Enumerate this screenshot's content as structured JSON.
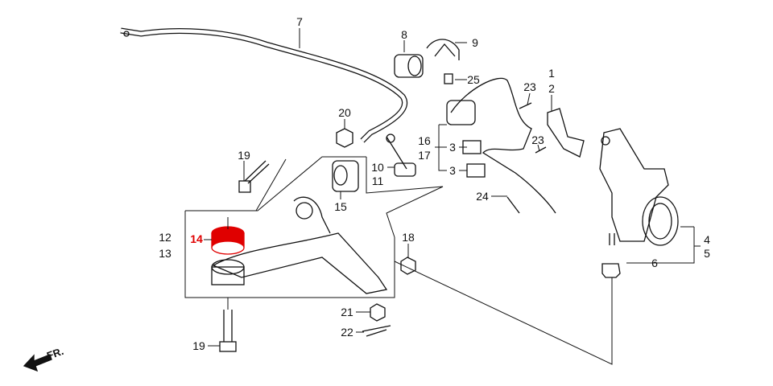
{
  "colors": {
    "line": "#111111",
    "highlight": "#e00000"
  },
  "callouts": [
    {
      "id": "c7",
      "text": "7"
    },
    {
      "id": "c8",
      "text": "8"
    },
    {
      "id": "c9",
      "text": "9"
    },
    {
      "id": "c25",
      "text": "25"
    },
    {
      "id": "c1",
      "text": "1"
    },
    {
      "id": "c2",
      "text": "2"
    },
    {
      "id": "c23a",
      "text": "23"
    },
    {
      "id": "c23b",
      "text": "23"
    },
    {
      "id": "c20",
      "text": "20"
    },
    {
      "id": "c16",
      "text": "16"
    },
    {
      "id": "c17",
      "text": "17"
    },
    {
      "id": "c3a",
      "text": "3"
    },
    {
      "id": "c3b",
      "text": "3"
    },
    {
      "id": "c19a",
      "text": "19"
    },
    {
      "id": "c10",
      "text": "10"
    },
    {
      "id": "c11",
      "text": "11"
    },
    {
      "id": "c24",
      "text": "24"
    },
    {
      "id": "c15",
      "text": "15"
    },
    {
      "id": "c12",
      "text": "12"
    },
    {
      "id": "c13",
      "text": "13"
    },
    {
      "id": "c14",
      "text": "14",
      "highlighted": true
    },
    {
      "id": "c18",
      "text": "18"
    },
    {
      "id": "c4",
      "text": "4"
    },
    {
      "id": "c5",
      "text": "5"
    },
    {
      "id": "c6",
      "text": "6"
    },
    {
      "id": "c21",
      "text": "21"
    },
    {
      "id": "c22",
      "text": "22"
    },
    {
      "id": "c19b",
      "text": "19"
    }
  ],
  "direction": {
    "label": "FR.",
    "icon": "arrow-front-icon"
  }
}
